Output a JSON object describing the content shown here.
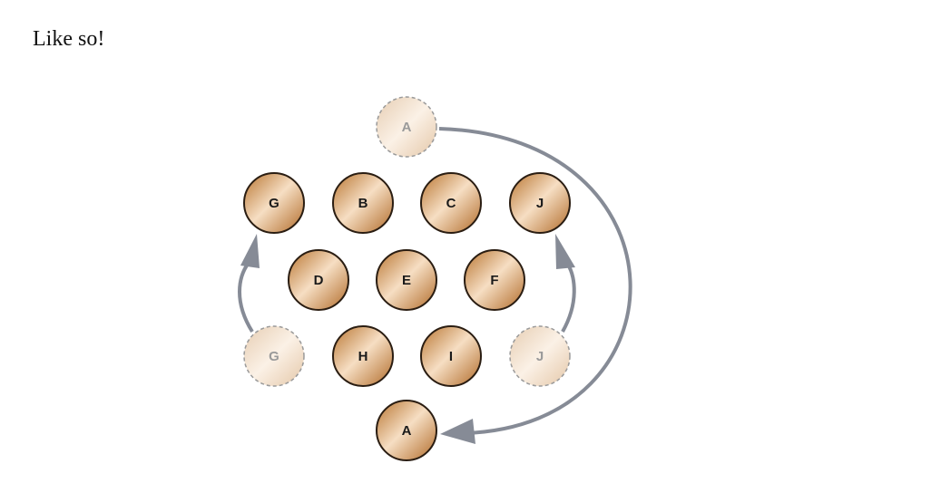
{
  "caption": "Like so!",
  "colors": {
    "coin_dark": "#b8742f",
    "coin_light": "#f5dcc0",
    "coin_outline": "#2a1d12",
    "ghost_outline": "#9a9a9a",
    "ghost_text": "#9a9a9a",
    "arrow": "#868b96",
    "label": "#1a1a1a"
  },
  "diagram": {
    "coins": [
      {
        "id": "ghost-a",
        "label": "A",
        "state": "moved-from"
      },
      {
        "id": "g",
        "label": "G",
        "state": "placed"
      },
      {
        "id": "b",
        "label": "B",
        "state": "placed"
      },
      {
        "id": "c",
        "label": "C",
        "state": "placed"
      },
      {
        "id": "j",
        "label": "J",
        "state": "placed"
      },
      {
        "id": "d",
        "label": "D",
        "state": "placed"
      },
      {
        "id": "e",
        "label": "E",
        "state": "placed"
      },
      {
        "id": "f",
        "label": "F",
        "state": "placed"
      },
      {
        "id": "ghost-g",
        "label": "G",
        "state": "moved-from"
      },
      {
        "id": "h",
        "label": "H",
        "state": "placed"
      },
      {
        "id": "i",
        "label": "I",
        "state": "placed"
      },
      {
        "id": "ghost-j",
        "label": "J",
        "state": "moved-from"
      },
      {
        "id": "a",
        "label": "A",
        "state": "placed"
      }
    ],
    "moves": [
      {
        "from": "ghost-a",
        "to": "a"
      },
      {
        "from": "ghost-g",
        "to": "g"
      },
      {
        "from": "ghost-j",
        "to": "j"
      }
    ]
  }
}
